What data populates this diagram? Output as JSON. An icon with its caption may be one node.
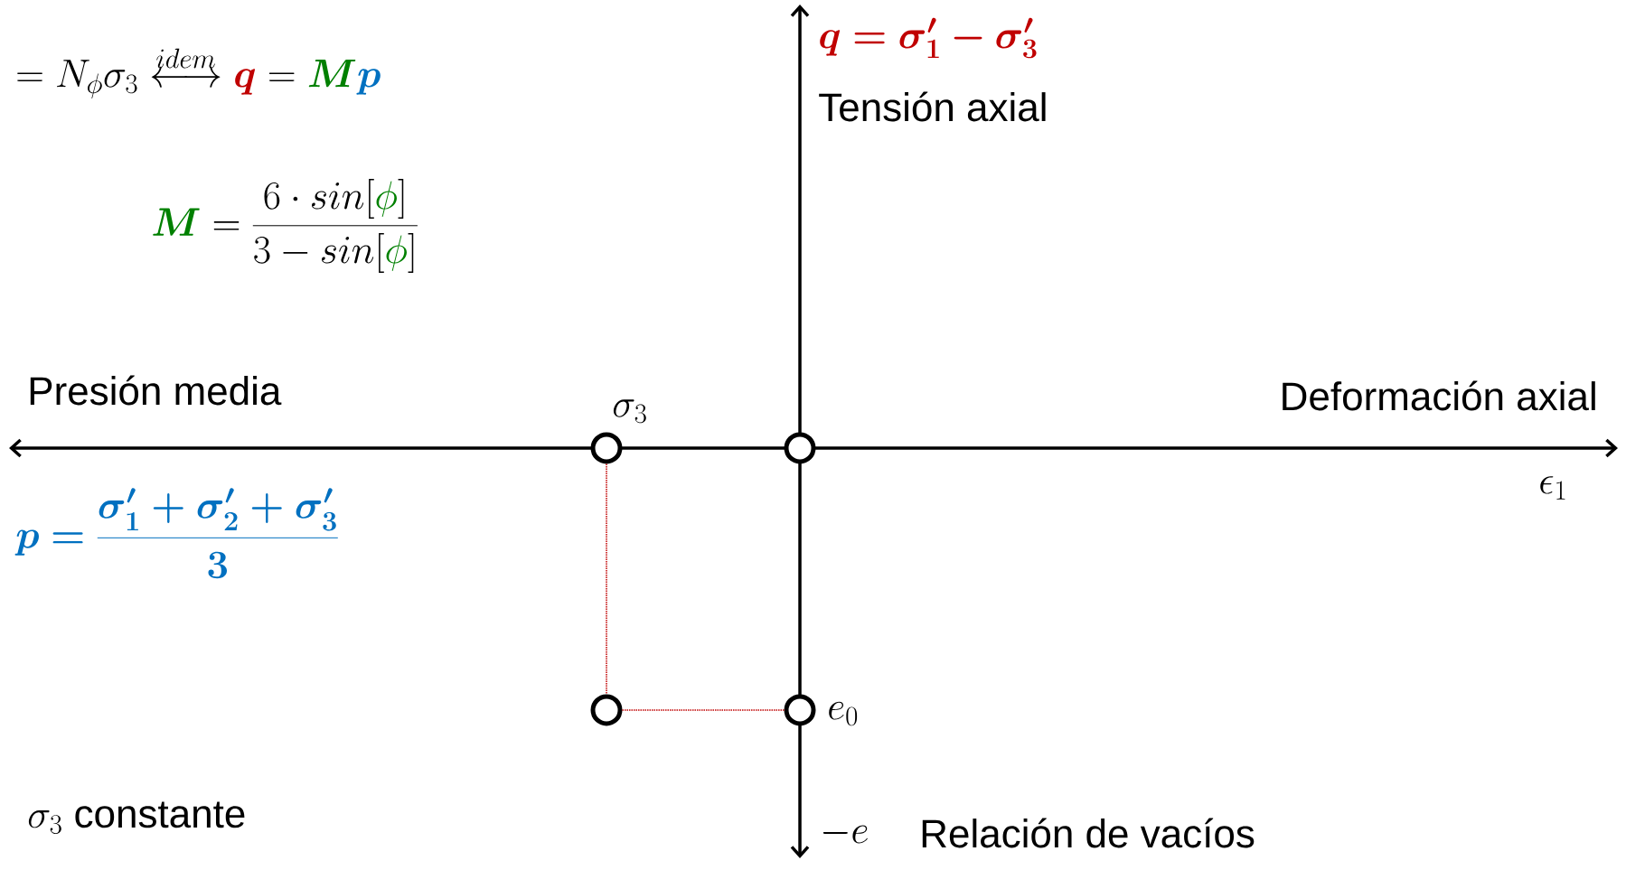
{
  "diagram": {
    "nodes": [
      {
        "text": [],
        "shape": "circle",
        "beside": [
          "\\sigma_3"
        ]
      },
      {
        "text": [],
        "shape": "circle"
      },
      {
        "text": [],
        "shape": "circle"
      },
      {
        "text": [],
        "shape": "circle",
        "beside": [
          "e_0"
        ]
      }
    ],
    "edges": [
      {
        "from": 0,
        "to": 2,
        "arrow": "none",
        "style": "dashed",
        "color": "#c00000"
      },
      {
        "from": 2,
        "to": 3,
        "arrow": "none",
        "style": "dashed",
        "color": "#c00000"
      }
    ],
    "labels": [
      "= N_{\\phi}\\sigma_3 \\overset{idem}{\\longleftrightarrow} \\textcolor[HTML]{C00000}{\\bm{q}} = \\textcolor[HTML]{008000}{\\bm{M}}\\textcolor[HTML]{0070C0}{\\bm{p}}",
      "\\bm{q = \\sigma'_1 - \\sigma'_3}",
      "Tensión axial",
      "\\textcolor[HTML]{008000}{\\bm{M}} = \\frac{6 \\cdot sin[\\textcolor[HTML]{008000}{\\phi}]}{3 - sin[\\textcolor[HTML]{008000}{\\phi}]}",
      "Presión media",
      "Deformación axial",
      "\\bm{p = \\frac{\\sigma'_1 + \\sigma'_2 + \\sigma'_3}{3}}",
      "\\epsilon_1",
      "\\sigma_3 \\text{ constante}",
      "-e",
      "Relación de vacíos"
    ]
  }
}
